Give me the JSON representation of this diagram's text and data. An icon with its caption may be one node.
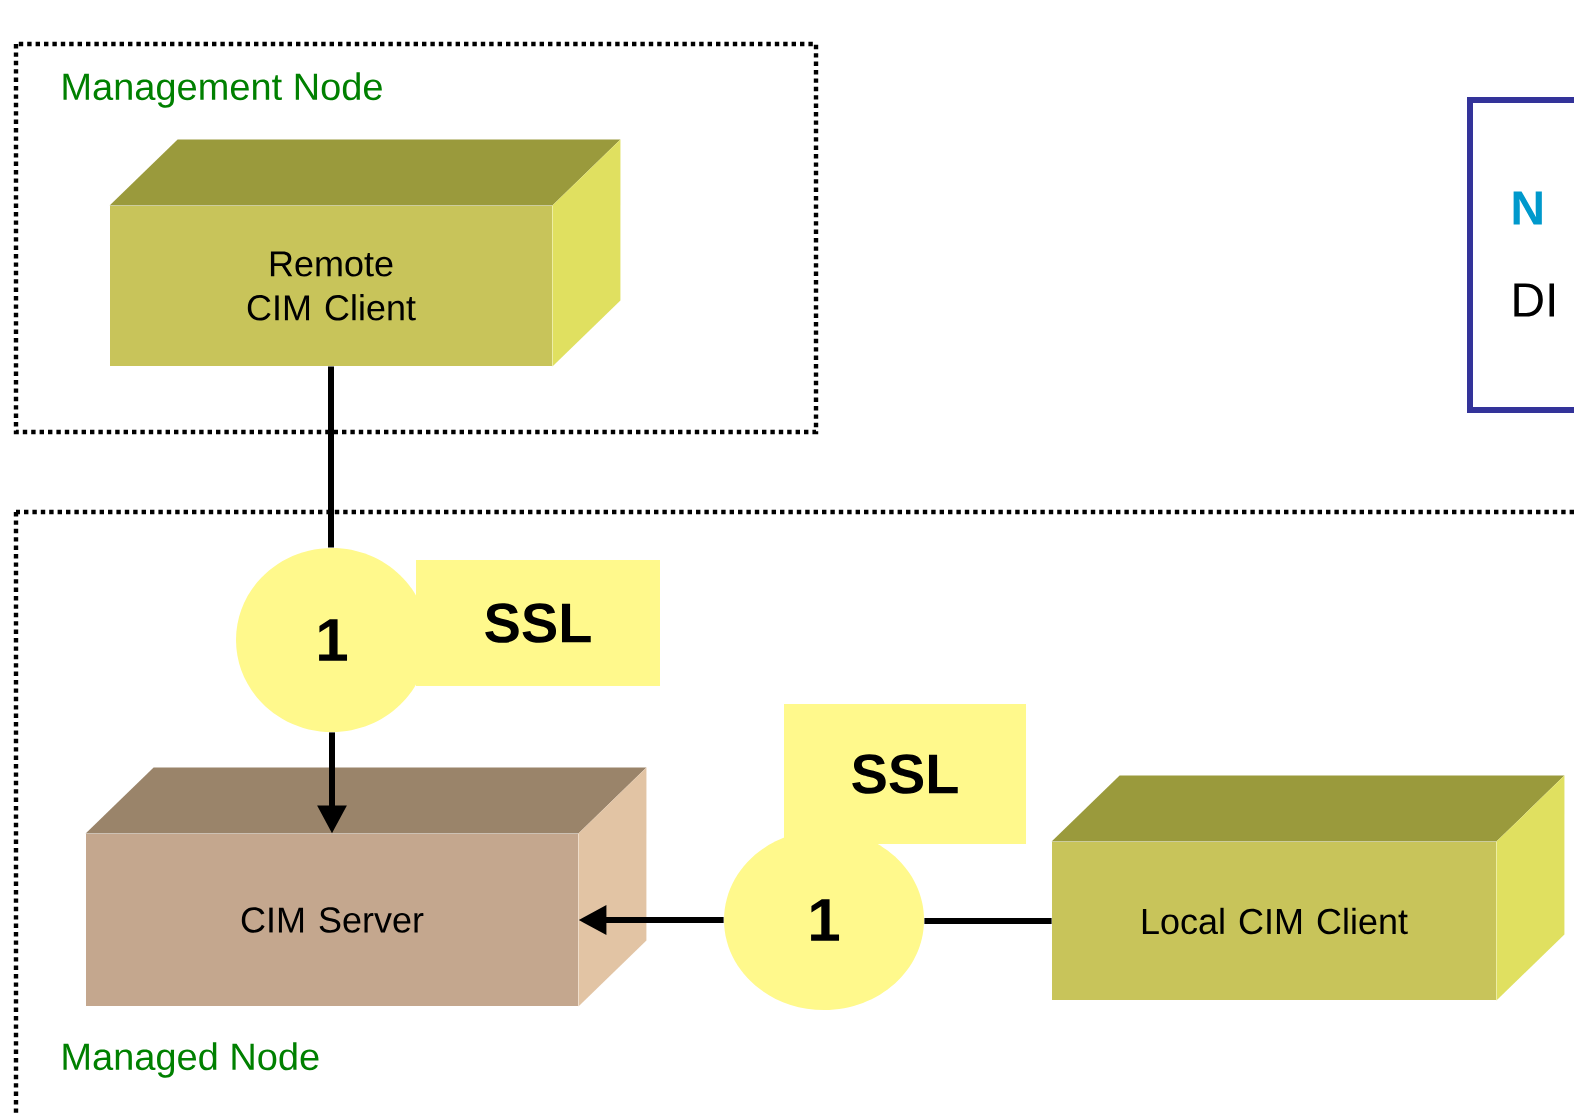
{
  "diagram": {
    "nodes": [
      {
        "text": [
          "Management Node"
        ]
      },
      {
        "text": [
          "Remote CIM Client"
        ],
        "in": 0
      },
      {
        "text": [
          "Managed Node"
        ]
      },
      {
        "text": [
          "CIM Server"
        ],
        "in": 2
      },
      {
        "text": [
          "Local CIM Client"
        ],
        "in": 2
      },
      {
        "text": [
          "1"
        ],
        "in": 2
      },
      {
        "text": [
          "SSL"
        ],
        "in": 2
      },
      {
        "text": [
          "1"
        ],
        "in": 2
      },
      {
        "text": [
          "SSL"
        ],
        "in": 2
      },
      {
        "text": [
          "N",
          "DI"
        ]
      }
    ],
    "edges": [
      {
        "from": 1,
        "to": 5,
        "arrow": "none"
      },
      {
        "from": 5,
        "to": 3,
        "arrow": "to"
      },
      {
        "from": 4,
        "to": 7,
        "arrow": "none"
      },
      {
        "from": 7,
        "to": 3,
        "arrow": "to"
      }
    ]
  }
}
